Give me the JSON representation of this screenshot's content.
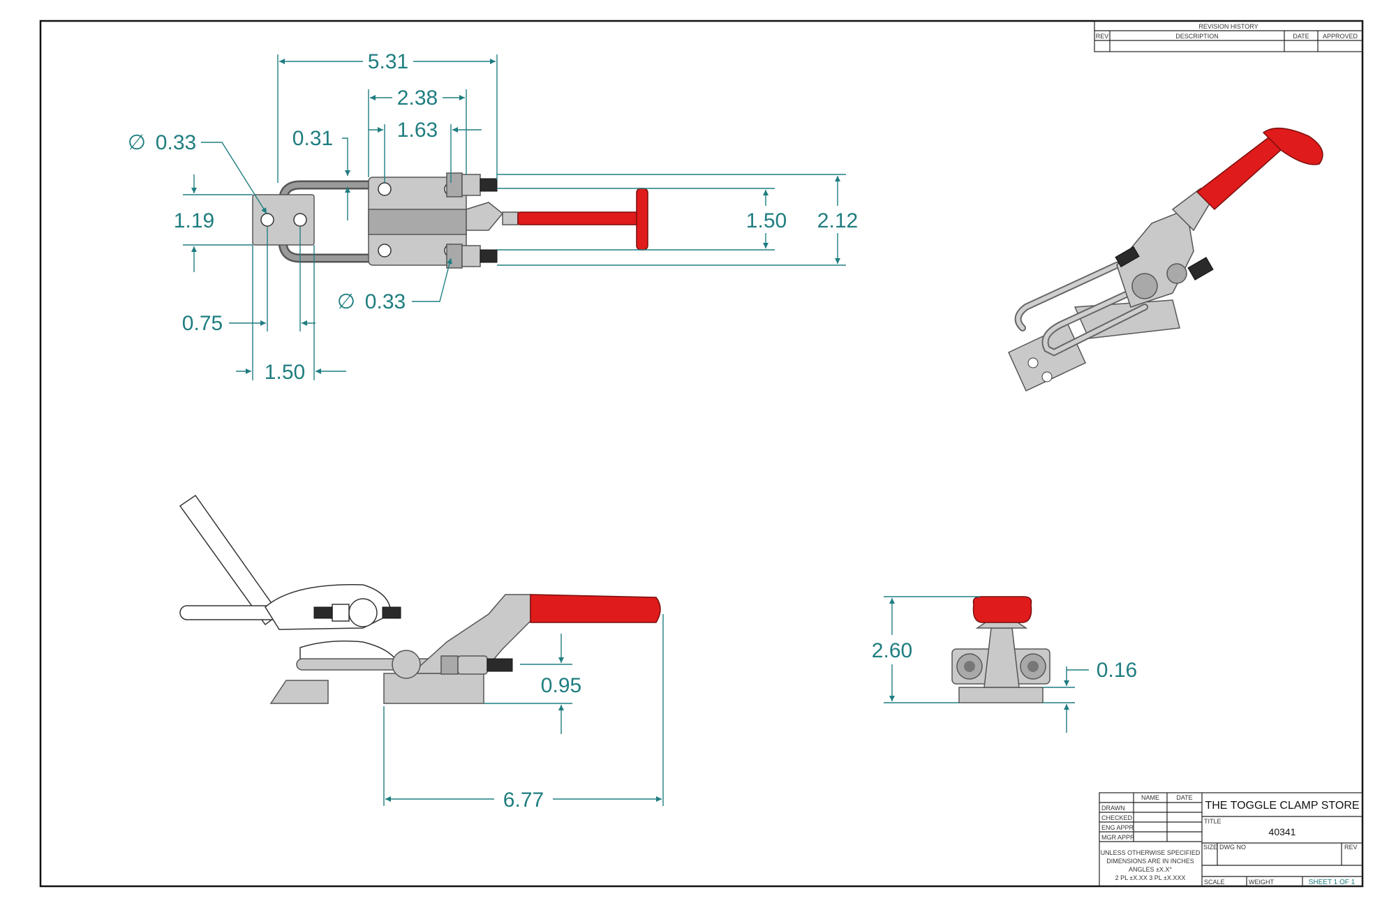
{
  "dimensions": {
    "top_view": {
      "overall_length": "5.31",
      "base_length": "2.38",
      "hole_spacing": "1.63",
      "offset": "0.31",
      "hook_hole_dia": "0.33",
      "hook_width": "1.19",
      "hook_hole_offset": "0.75",
      "hook_length": "1.50",
      "base_hole_dia": "0.33",
      "bolt_spacing": "1.50",
      "overall_width": "2.12",
      "diameter_symbol": "∅"
    },
    "side_view": {
      "handle_height": "0.95",
      "overall_length": "6.77"
    },
    "end_view": {
      "overall_height": "2.60",
      "base_thickness": "0.16"
    }
  },
  "revision_block": {
    "title": "REVISION HISTORY",
    "columns": [
      "REV",
      "DESCRIPTION",
      "DATE",
      "APPROVED"
    ]
  },
  "title_block": {
    "company": "THE TOGGLE CLAMP STORE",
    "title_label": "TITLE",
    "part_number": "40341",
    "name_header": "NAME",
    "date_header": "DATE",
    "rows": [
      "DRAWN",
      "CHECKED",
      "ENG APPR",
      "MGR APPR"
    ],
    "tolerance_note": [
      "UNLESS OTHERWISE SPECIFIED",
      "DIMENSIONS ARE IN INCHES",
      "ANGLES ±X.X°",
      "2 PL ±X.XX  3 PL ±X.XXX"
    ],
    "size_label": "SIZE",
    "dwg_no_label": "DWG NO",
    "rev_label": "REV",
    "scale_label": "SCALE",
    "weight_label": "WEIGHT",
    "sheet": "SHEET 1 OF 1"
  },
  "colors": {
    "dimension": "#1f7d80",
    "handle": "#e01b1b",
    "steel": "#c9c9c9"
  }
}
